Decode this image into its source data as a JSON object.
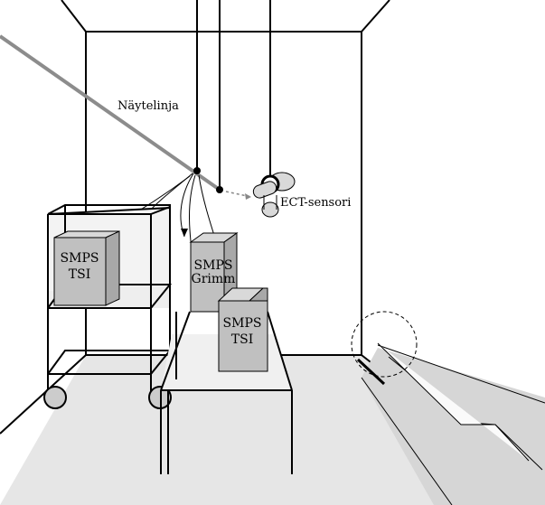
{
  "labels": {
    "sample_line": "Näytelinja",
    "ect_sensor": "ECT-sensori",
    "smps_tsi_cart_line1": "SMPS",
    "smps_tsi_cart_line2": "TSI",
    "smps_grimm_line1": "SMPS",
    "smps_grimm_line2": "Grimm",
    "smps_tsi_table_line1": "SMPS",
    "smps_tsi_table_line2": "TSI"
  },
  "colors": {
    "wall_line": "#000000",
    "floor": "#e6e6e6",
    "box_front": "#c0c0c0",
    "box_side": "#a8a8a8",
    "box_top": "#d9d9d9",
    "sample_line": "#8c8c8c",
    "table_top": "#f0f0f0"
  }
}
